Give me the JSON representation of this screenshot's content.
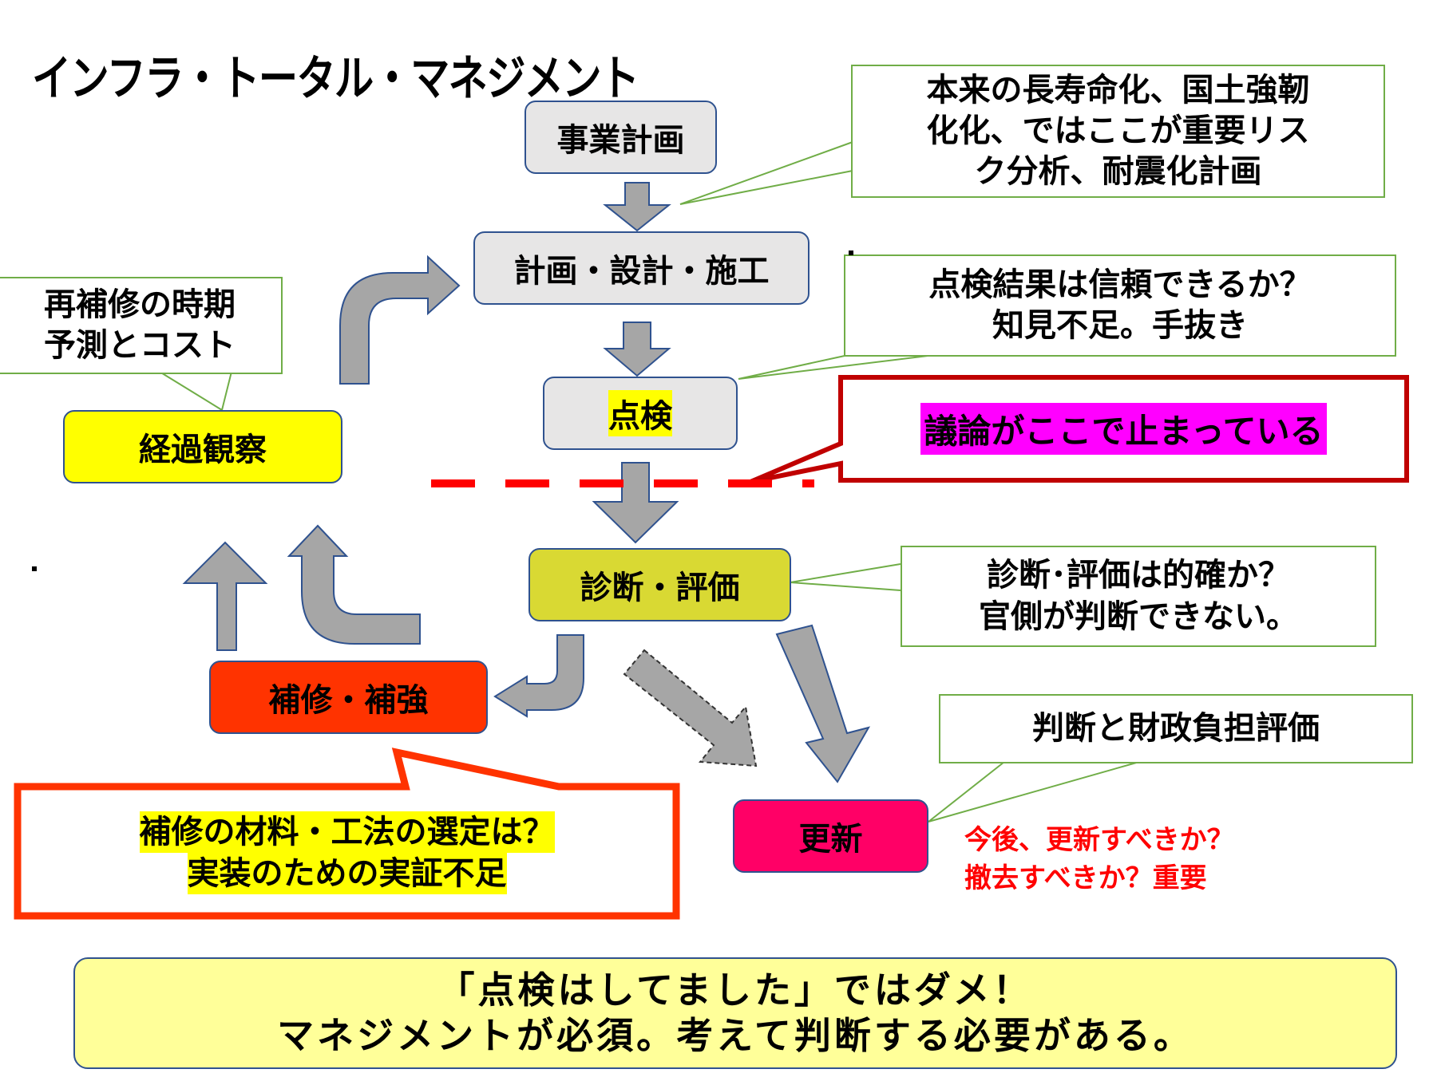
{
  "title": "インフラ・トータル・マネジメント",
  "nodes": {
    "business_plan": "事業計画",
    "plan_design_build": "計画・設計・施工",
    "inspection": "点検",
    "diagnosis": "診断・評価",
    "repair": "補修・補強",
    "observation": "経過観察",
    "renewal": "更新"
  },
  "notes": {
    "resilience": [
      "本来の長寿命化、国土強靭",
      "化化、ではここが重要リス",
      "ク分析、耐震化計画"
    ],
    "inspection_reliability": [
      "点検結果は信頼できるか？",
      "知見不足。手抜き"
    ],
    "debate_stops": "議論がここで止まっている",
    "diagnosis_accuracy": [
      "診断･評価は的確か？",
      "官側が判断できない。"
    ],
    "rerepair": [
      "再補修の時期",
      "予測とコスト"
    ],
    "finance": "判断と財政負担評価",
    "repair_material": [
      "補修の材料・工法の選定は？",
      "実装のための実証不足"
    ],
    "renewal_question": [
      "今後、更新すべきか？",
      "撤去すべきか？重要"
    ]
  },
  "conclusion": [
    "「点検はしてました」ではダメ！",
    "マネジメントが必須。考えて判断する必要がある。"
  ],
  "colors": {
    "node_gray": "#e7e6e6",
    "node_yellow": "#ffff00",
    "node_olive": "#d9d933",
    "node_repair": "#ff3300",
    "node_renewal": "#ff0066",
    "note_border": "#70ad47",
    "arrow_fill": "#a6a6a6",
    "arrow_stroke": "#2f528f",
    "dash_red": "#ff0000",
    "callout_darkred": "#c00000",
    "callout_orange": "#ff3300",
    "conclusion_bg": "#ffff99"
  }
}
